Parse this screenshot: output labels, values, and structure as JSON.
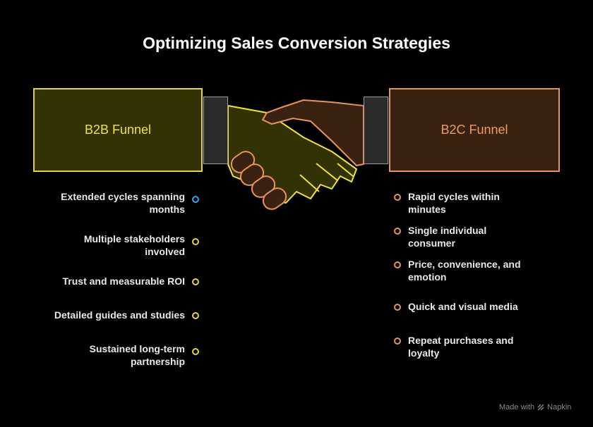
{
  "title": "Optimizing Sales Conversion Strategies",
  "left": {
    "label": "B2B Funnel",
    "items": [
      {
        "text": "Extended cycles spanning months",
        "dot_color": "#3aa5e6"
      },
      {
        "text": "Multiple stakeholders involved",
        "dot_color": "#e2d63c"
      },
      {
        "text": "Trust and measurable ROI",
        "dot_color": "#e2d63c"
      },
      {
        "text": "Detailed guides and studies",
        "dot_color": "#e2d63c"
      },
      {
        "text": "Sustained long-term partnership",
        "dot_color": "#e2d63c"
      }
    ]
  },
  "right": {
    "label": "B2C Funnel",
    "items": [
      {
        "text": "Rapid cycles within minutes"
      },
      {
        "text": "Single individual consumer"
      },
      {
        "text": "Price, convenience, and emotion"
      },
      {
        "text": "Quick and visual media"
      },
      {
        "text": "Repeat purchases and loyalty"
      }
    ]
  },
  "footer": {
    "made_with": "Made with",
    "brand": "Napkin"
  },
  "colors": {
    "b2b_accent": "#e2d63c",
    "b2b_fill": "#333204",
    "b2c_accent": "#e8935a",
    "b2c_fill": "#3a2212",
    "background": "#000000"
  },
  "icons": [
    "handshake-illustration",
    "napkin-logo-icon"
  ]
}
